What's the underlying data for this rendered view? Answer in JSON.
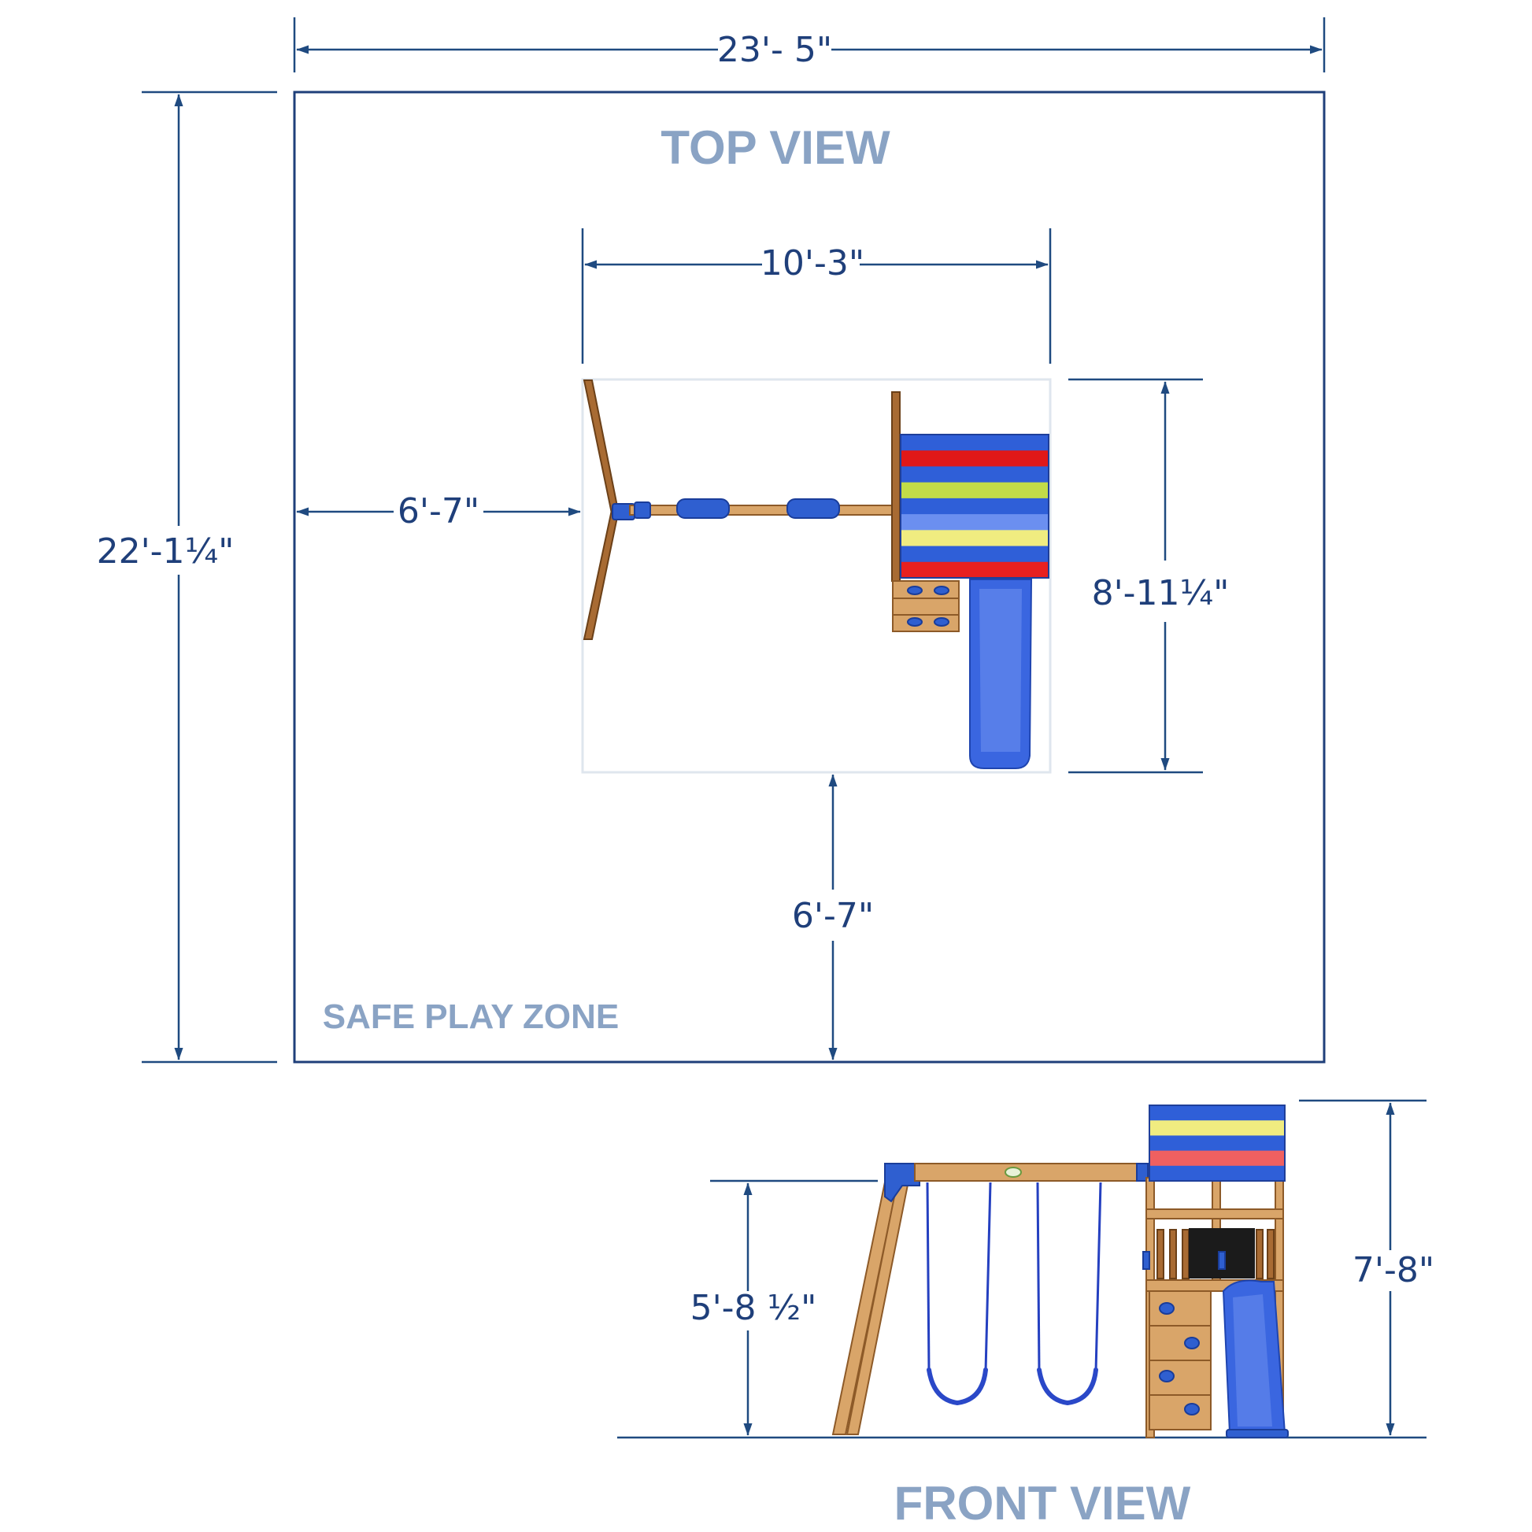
{
  "top_view": {
    "title": "TOP VIEW",
    "zone_label": "SAFE PLAY ZONE",
    "dimensions": {
      "overall_width": "23'- 5\"",
      "overall_depth": "22'-1¼\"",
      "product_width": "10'-3\"",
      "product_depth": "8'-11¼\"",
      "left_clearance": "6'-7\"",
      "bottom_clearance": "6'-7\""
    },
    "roof_stripes": [
      "#2f5fd8",
      "#e01818",
      "#2f5fd8",
      "#c2dc48",
      "#2f5fd8",
      "#6b8ff0",
      "#f0ec80",
      "#2f5fd8",
      "#e82020"
    ]
  },
  "front_view": {
    "title": "FRONT VIEW",
    "dimensions": {
      "swing_beam_height": "5'-8 ½\"",
      "overall_height": "7'-8\""
    },
    "roof_stripes": [
      "#2f5fd8",
      "#f0ec80",
      "#2f5fd8",
      "#f06060",
      "#2f5fd8"
    ]
  },
  "colors": {
    "dimension_lines": "#1f4a80",
    "labels": "#8aa3c4",
    "wood": "#d9a569",
    "accent_blue": "#2f5fd0"
  }
}
